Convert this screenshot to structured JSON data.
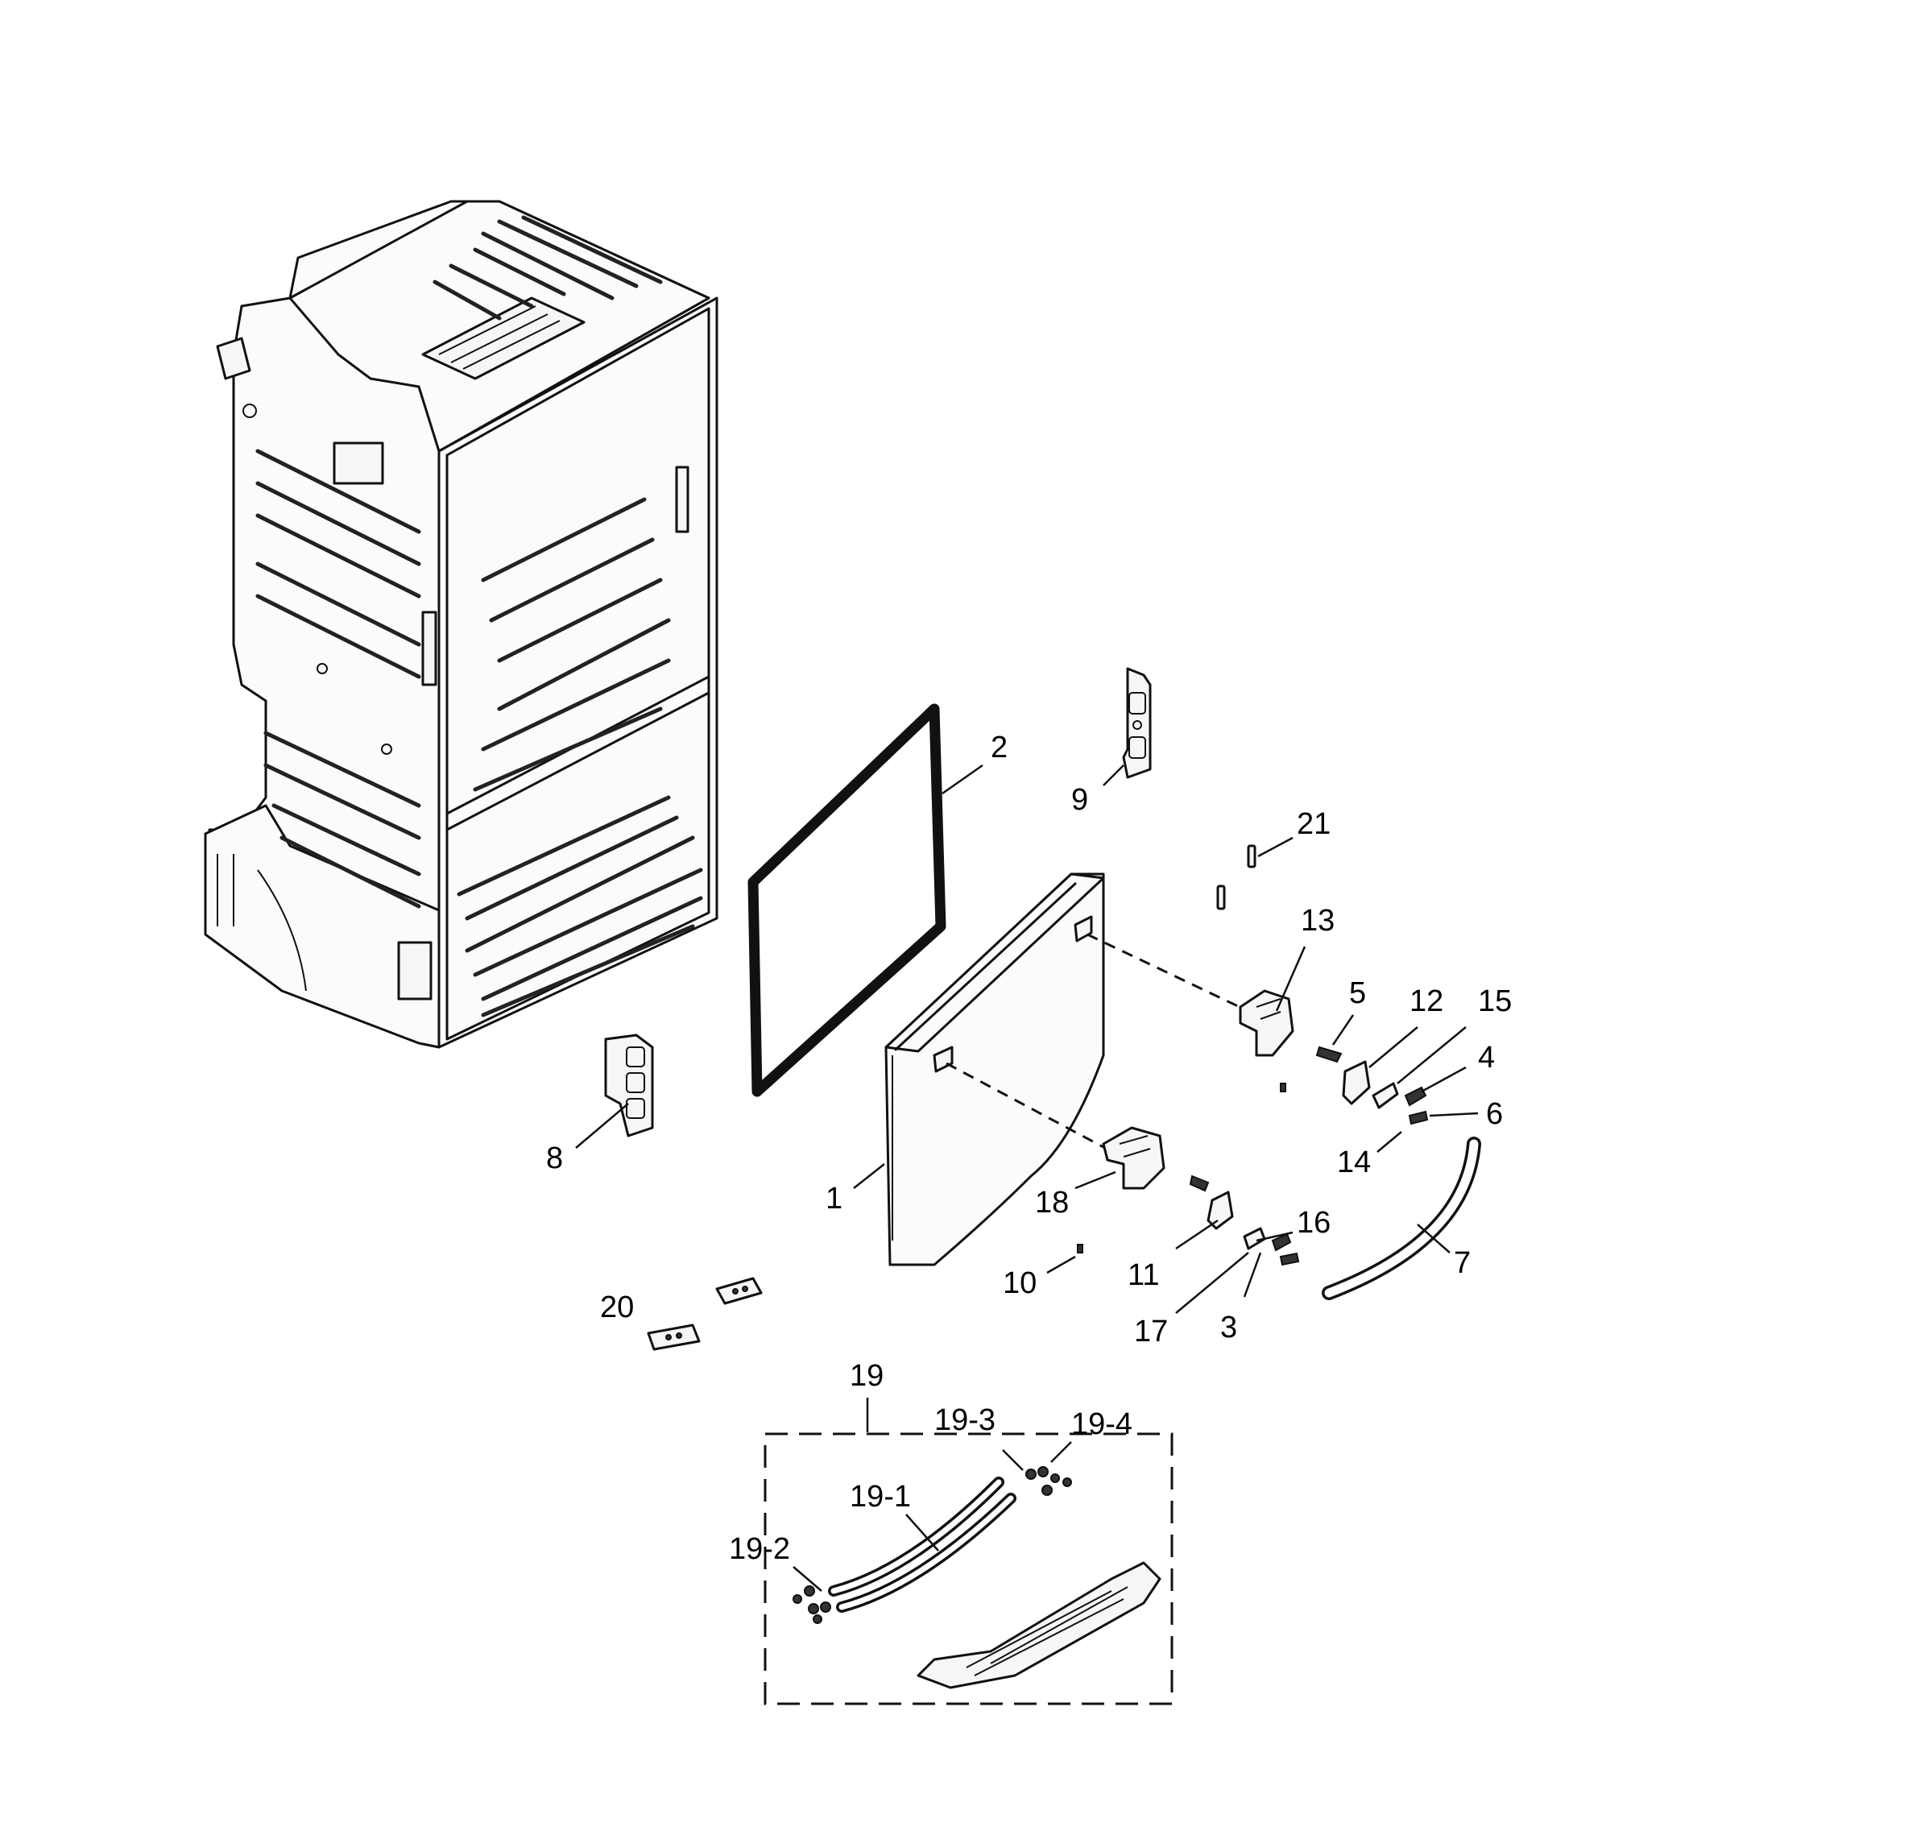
{
  "callouts": {
    "c1": "1",
    "c2": "2",
    "c3": "3",
    "c4": "4",
    "c5": "5",
    "c6": "6",
    "c7": "7",
    "c8": "8",
    "c9": "9",
    "c10": "10",
    "c11": "11",
    "c12": "12",
    "c13": "13",
    "c14": "14",
    "c15": "15",
    "c16": "16",
    "c17": "17",
    "c18": "18",
    "c19": "19",
    "c19_1": "19-1",
    "c19_2": "19-2",
    "c19_3": "19-3",
    "c19_4": "19-4",
    "c20": "20",
    "c21": "21"
  }
}
